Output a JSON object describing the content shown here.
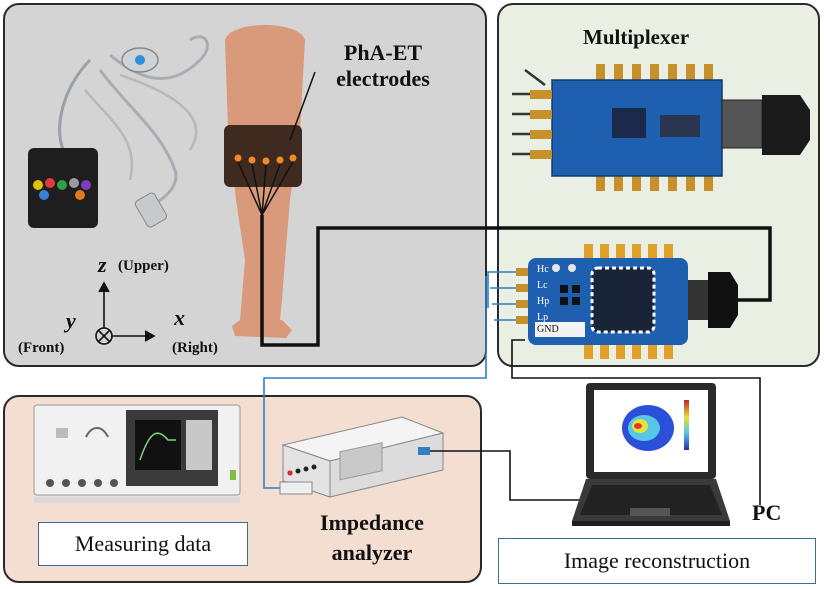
{
  "panels": {
    "leg": {
      "title": "PhA-ET electrodes"
    },
    "multiplexer": {
      "title": "Multiplexer",
      "connector_labels": [
        "Hc",
        "Lc",
        "Hp",
        "Lp",
        "GND"
      ]
    },
    "analyzer": {
      "title_line1": "Impedance",
      "title_line2": "analyzer",
      "measuring_label": "Measuring data"
    }
  },
  "axes": {
    "z": "z",
    "z_label": "(Upper)",
    "y": "y",
    "y_label": "(Front)",
    "x": "x",
    "x_label": "(Right)"
  },
  "pc": {
    "label": "PC",
    "reconstruction_label": "Image reconstruction"
  },
  "colors": {
    "panel_leg": "#d4d4d4",
    "panel_mux": "#e9efe3",
    "panel_analyzer": "#f4ddd1",
    "board": "#1f5fb0",
    "connector": "#c8902a",
    "cable_blue": "#2f7fc1"
  }
}
